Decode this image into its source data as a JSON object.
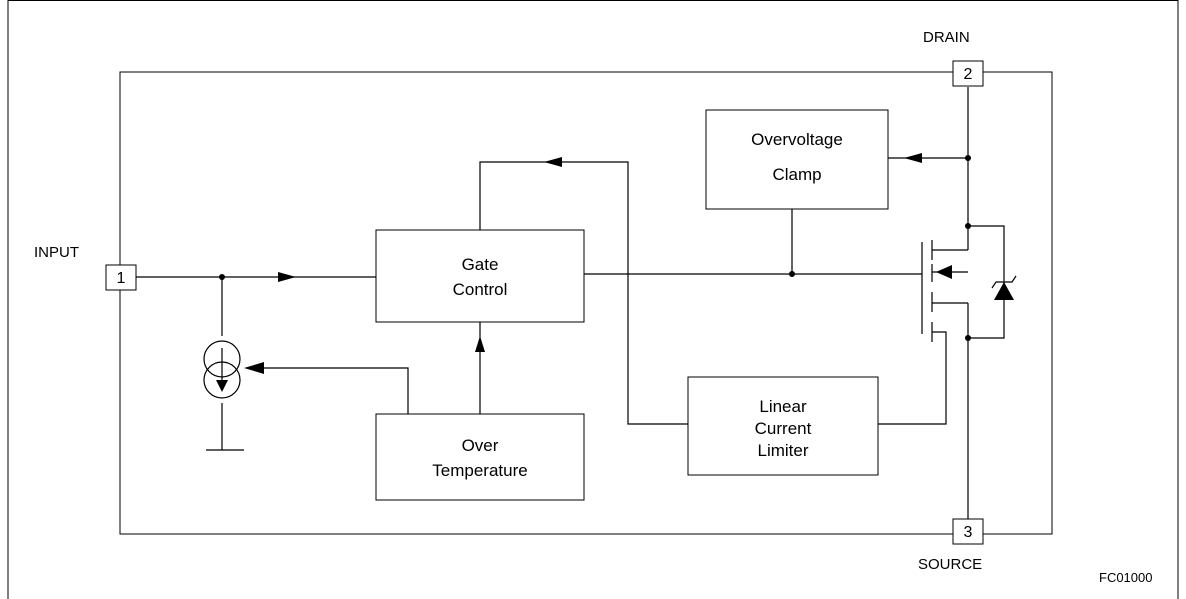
{
  "labels": {
    "input": "INPUT",
    "drain": "DRAIN",
    "source": "SOURCE",
    "figure_code": "FC01000"
  },
  "pins": {
    "input": "1",
    "drain": "2",
    "source": "3"
  },
  "blocks": {
    "overvoltage": {
      "line1": "Overvoltage",
      "line2": "Clamp"
    },
    "gate_control": {
      "line1": "Gate",
      "line2": "Control"
    },
    "linear_limiter": {
      "line1": "Linear",
      "line2": "Current",
      "line3": "Limiter"
    },
    "over_temp": {
      "line1": "Over",
      "line2": "Temperature"
    }
  }
}
